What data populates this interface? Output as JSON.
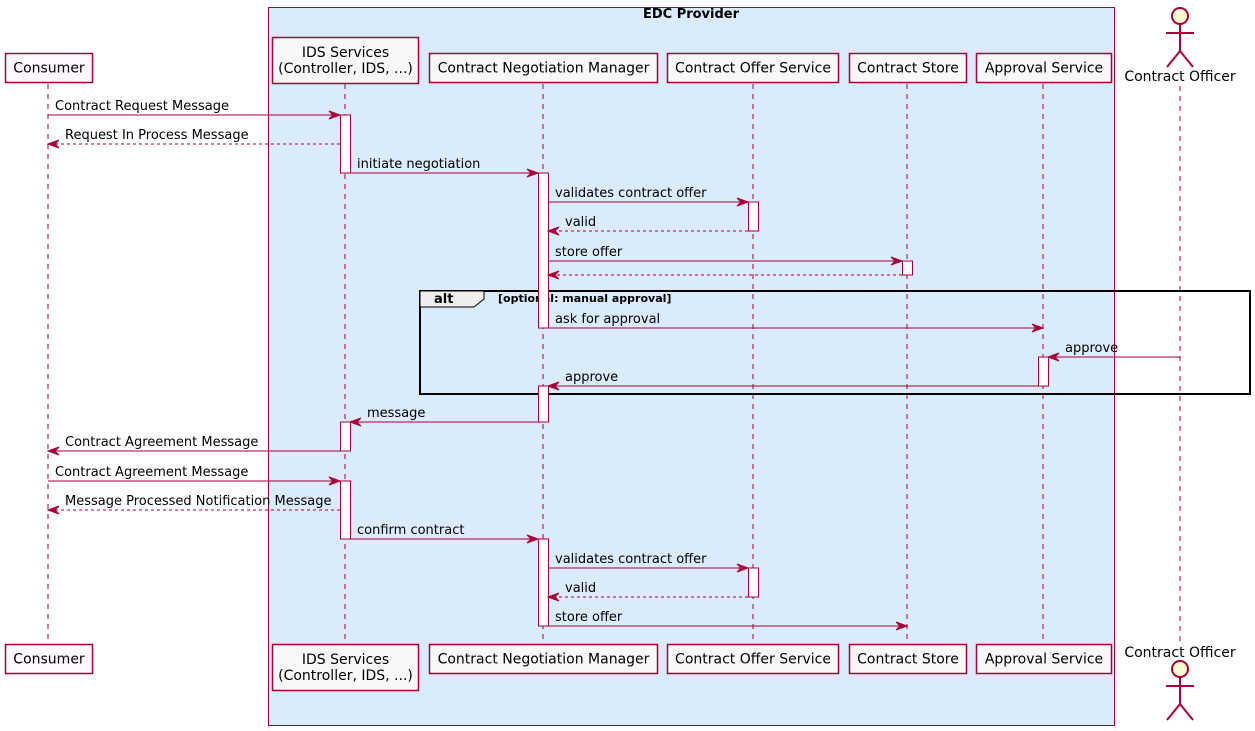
{
  "colors": {
    "line": "#A80036",
    "participant_fill": "#FEFECE",
    "consumer_fill": "#FDF9FF",
    "box_fill": "#DAEBFC",
    "alt_header_fill": "#EEEEEE",
    "activation_fill": "#FFFFFF"
  },
  "group_box": {
    "title": "EDC Provider"
  },
  "participants": [
    {
      "id": "consumer",
      "type": "participant",
      "lines": [
        "Consumer"
      ]
    },
    {
      "id": "ids",
      "type": "participant",
      "lines": [
        "IDS Services",
        "(Controller, IDS, ...)"
      ]
    },
    {
      "id": "cnm",
      "type": "participant",
      "lines": [
        "Contract Negotiation Manager"
      ]
    },
    {
      "id": "cos",
      "type": "participant",
      "lines": [
        "Contract Offer Service"
      ]
    },
    {
      "id": "cs",
      "type": "participant",
      "lines": [
        "Contract Store"
      ]
    },
    {
      "id": "as",
      "type": "participant",
      "lines": [
        "Approval Service"
      ]
    },
    {
      "id": "officer",
      "type": "actor",
      "lines": [
        "Contract Officer"
      ]
    }
  ],
  "messages": [
    {
      "from": "consumer",
      "to": "ids",
      "label": "Contract Request Message",
      "style": "sync"
    },
    {
      "from": "ids",
      "to": "consumer",
      "label": "Request In Process Message",
      "style": "return"
    },
    {
      "from": "ids",
      "to": "cnm",
      "label": "initiate negotiation",
      "style": "sync"
    },
    {
      "from": "cnm",
      "to": "cos",
      "label": "validates contract offer",
      "style": "sync"
    },
    {
      "from": "cos",
      "to": "cnm",
      "label": "valid",
      "style": "return"
    },
    {
      "from": "cnm",
      "to": "cs",
      "label": "store offer",
      "style": "sync"
    },
    {
      "from": "cs",
      "to": "cnm",
      "label": "",
      "style": "return"
    },
    {
      "from": "cnm",
      "to": "as",
      "label": "ask for approval",
      "style": "sync"
    },
    {
      "from": "officer",
      "to": "as",
      "label": "approve",
      "style": "sync"
    },
    {
      "from": "as",
      "to": "cnm",
      "label": "approve",
      "style": "sync"
    },
    {
      "from": "cnm",
      "to": "ids",
      "label": "message",
      "style": "sync"
    },
    {
      "from": "ids",
      "to": "consumer",
      "label": "Contract Agreement Message",
      "style": "sync"
    },
    {
      "from": "consumer",
      "to": "ids",
      "label": "Contract Agreement Message",
      "style": "sync"
    },
    {
      "from": "ids",
      "to": "consumer",
      "label": "Message Processed Notification Message",
      "style": "return"
    },
    {
      "from": "ids",
      "to": "cnm",
      "label": "confirm contract",
      "style": "sync"
    },
    {
      "from": "cnm",
      "to": "cos",
      "label": "validates contract offer",
      "style": "sync"
    },
    {
      "from": "cos",
      "to": "cnm",
      "label": "valid",
      "style": "return"
    },
    {
      "from": "cnm",
      "to": "cs",
      "label": "store offer",
      "style": "sync"
    }
  ],
  "alt_fragment": {
    "keyword": "alt",
    "guard": "[optional: manual approval]"
  }
}
